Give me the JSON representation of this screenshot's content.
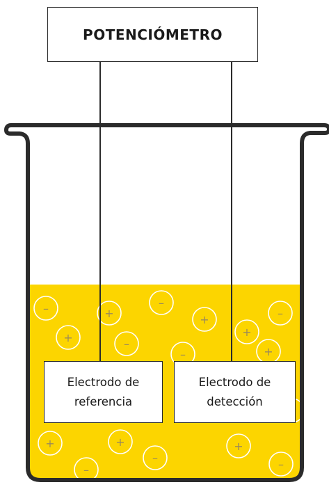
{
  "meter": {
    "label": "POTENCIÓMETRO"
  },
  "electrodes": {
    "reference": {
      "line1": "Electrodo de",
      "line2": "referencia"
    },
    "detection": {
      "line1": "Electrodo de",
      "line2": "detección"
    }
  },
  "ions": {
    "plus": "+",
    "minus": "–"
  },
  "colors": {
    "solution": "#fcd500",
    "ion_stroke": "#ffffff",
    "ion_text": "#9a8a5a",
    "outline": "#2b2b2b"
  }
}
